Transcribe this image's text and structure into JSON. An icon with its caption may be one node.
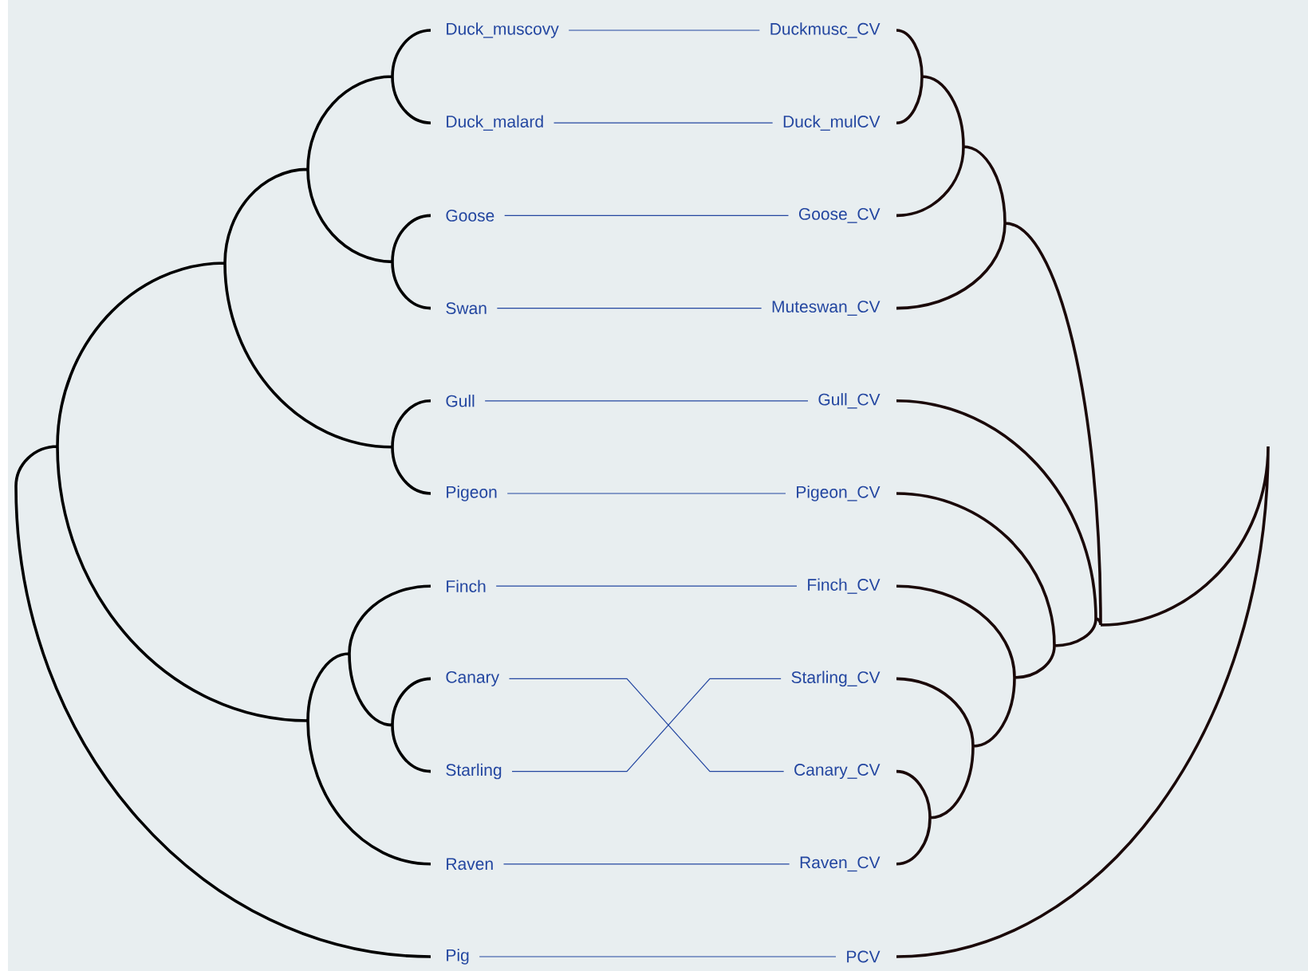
{
  "diagram": {
    "nodes": [
      {
        "text": [
          "Duck_muscovy"
        ]
      },
      {
        "text": [
          "Duck_malard"
        ]
      },
      {
        "text": [
          "Goose"
        ]
      },
      {
        "text": [
          "Swan"
        ]
      },
      {
        "text": [
          "Gull"
        ]
      },
      {
        "text": [
          "Pigeon"
        ]
      },
      {
        "text": [
          "Finch"
        ]
      },
      {
        "text": [
          "Canary"
        ]
      },
      {
        "text": [
          "Starling"
        ]
      },
      {
        "text": [
          "Raven"
        ]
      },
      {
        "text": [
          "Pig"
        ]
      },
      {
        "text": [
          "Duckmusc_CV"
        ]
      },
      {
        "text": [
          "Duck_mulCV"
        ]
      },
      {
        "text": [
          "Goose_CV"
        ]
      },
      {
        "text": [
          "Muteswan_CV"
        ]
      },
      {
        "text": [
          "Gull_CV"
        ]
      },
      {
        "text": [
          "Pigeon_CV"
        ]
      },
      {
        "text": [
          "Finch_CV"
        ]
      },
      {
        "text": [
          "Starling_CV"
        ]
      },
      {
        "text": [
          "Canary_CV"
        ]
      },
      {
        "text": [
          "Raven_CV"
        ]
      },
      {
        "text": [
          "PCV"
        ]
      }
    ],
    "edges": [
      {
        "from": 0,
        "to": 11,
        "arrow": "none"
      },
      {
        "from": 1,
        "to": 12,
        "arrow": "none"
      },
      {
        "from": 2,
        "to": 13,
        "arrow": "none"
      },
      {
        "from": 3,
        "to": 14,
        "arrow": "none"
      },
      {
        "from": 4,
        "to": 15,
        "arrow": "none"
      },
      {
        "from": 5,
        "to": 16,
        "arrow": "none"
      },
      {
        "from": 6,
        "to": 17,
        "arrow": "none"
      },
      {
        "from": 7,
        "to": 19,
        "arrow": "none"
      },
      {
        "from": 8,
        "to": 18,
        "arrow": "none"
      },
      {
        "from": 9,
        "to": 20,
        "arrow": "none"
      },
      {
        "from": 10,
        "to": 21,
        "arrow": "none"
      }
    ]
  }
}
